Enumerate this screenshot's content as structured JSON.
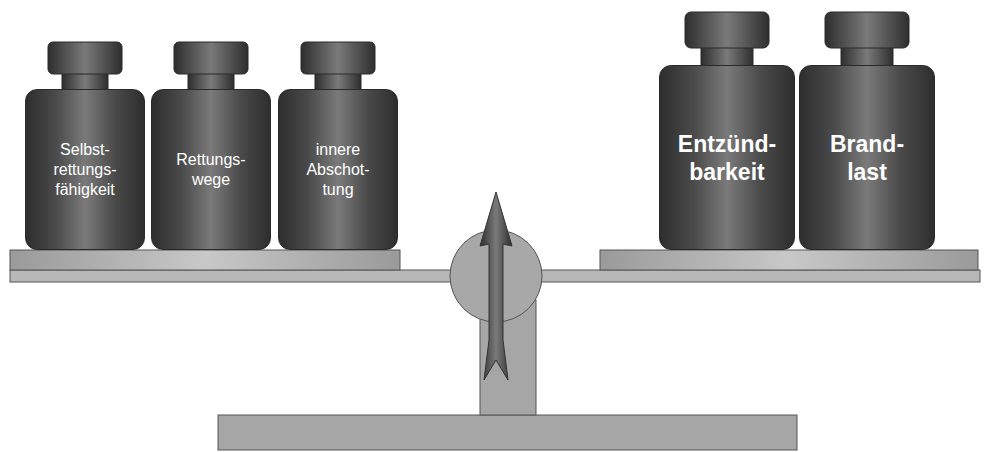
{
  "diagram": {
    "nodes": [
      {
        "text": [
          "Selbst- rettungs- fähigkeit"
        ]
      },
      {
        "text": [
          "Rettungs- wege"
        ]
      },
      {
        "text": [
          "innere Abschot- tung"
        ]
      },
      {
        "text": [
          "Entzünd- barkeit"
        ]
      },
      {
        "text": [
          "Brand- last"
        ]
      }
    ]
  }
}
